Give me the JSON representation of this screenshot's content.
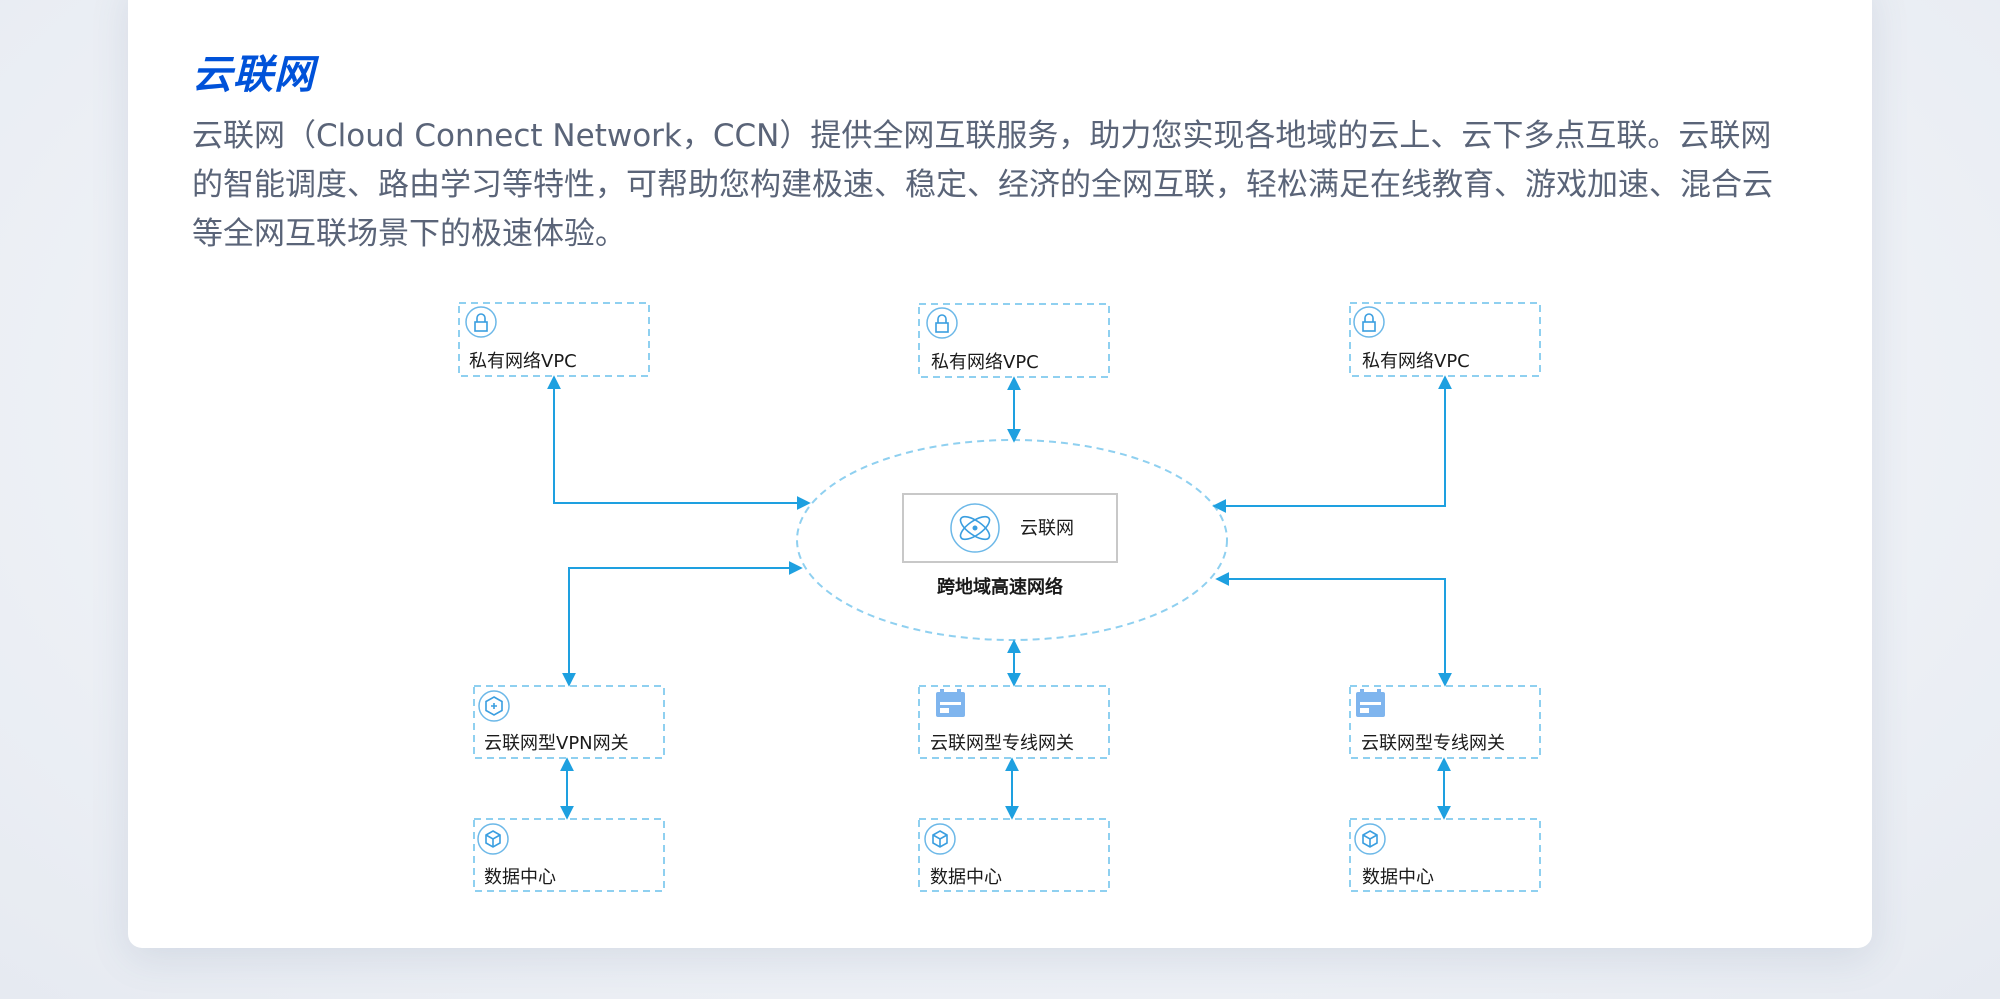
{
  "title": "云联网",
  "description": "云联网（Cloud Connect Network，CCN）提供全网互联服务，助力您实现各地域的云上、云下多点互联。云联网的智能调度、路由学习等特性，可帮助您构建极速、稳定、经济的全网互联，轻松满足在线教育、游戏加速、混合云等全网互联场景下的极速体验。",
  "diagram": {
    "center": {
      "service_label": "云联网",
      "caption": "跨地域高速网络",
      "icon": "ccn-atom-icon"
    },
    "top_nodes": [
      {
        "label": "私有网络VPC",
        "icon": "lock-icon"
      },
      {
        "label": "私有网络VPC",
        "icon": "lock-icon"
      },
      {
        "label": "私有网络VPC",
        "icon": "lock-icon"
      }
    ],
    "gateway_nodes": [
      {
        "label": "云联网型VPN网关",
        "icon": "vpn-gateway-icon"
      },
      {
        "label": "云联网型专线网关",
        "icon": "direct-connect-gateway-icon"
      },
      {
        "label": "云联网型专线网关",
        "icon": "direct-connect-gateway-icon"
      }
    ],
    "datacenter_nodes": [
      {
        "label": "数据中心",
        "icon": "cube-icon"
      },
      {
        "label": "数据中心",
        "icon": "cube-icon"
      },
      {
        "label": "数据中心",
        "icon": "cube-icon"
      }
    ],
    "colors": {
      "accent": "#0052d9",
      "line": "#1ea0e0",
      "box_border": "#8fd0f0",
      "gateway_icon": "#7fb5ee"
    }
  }
}
